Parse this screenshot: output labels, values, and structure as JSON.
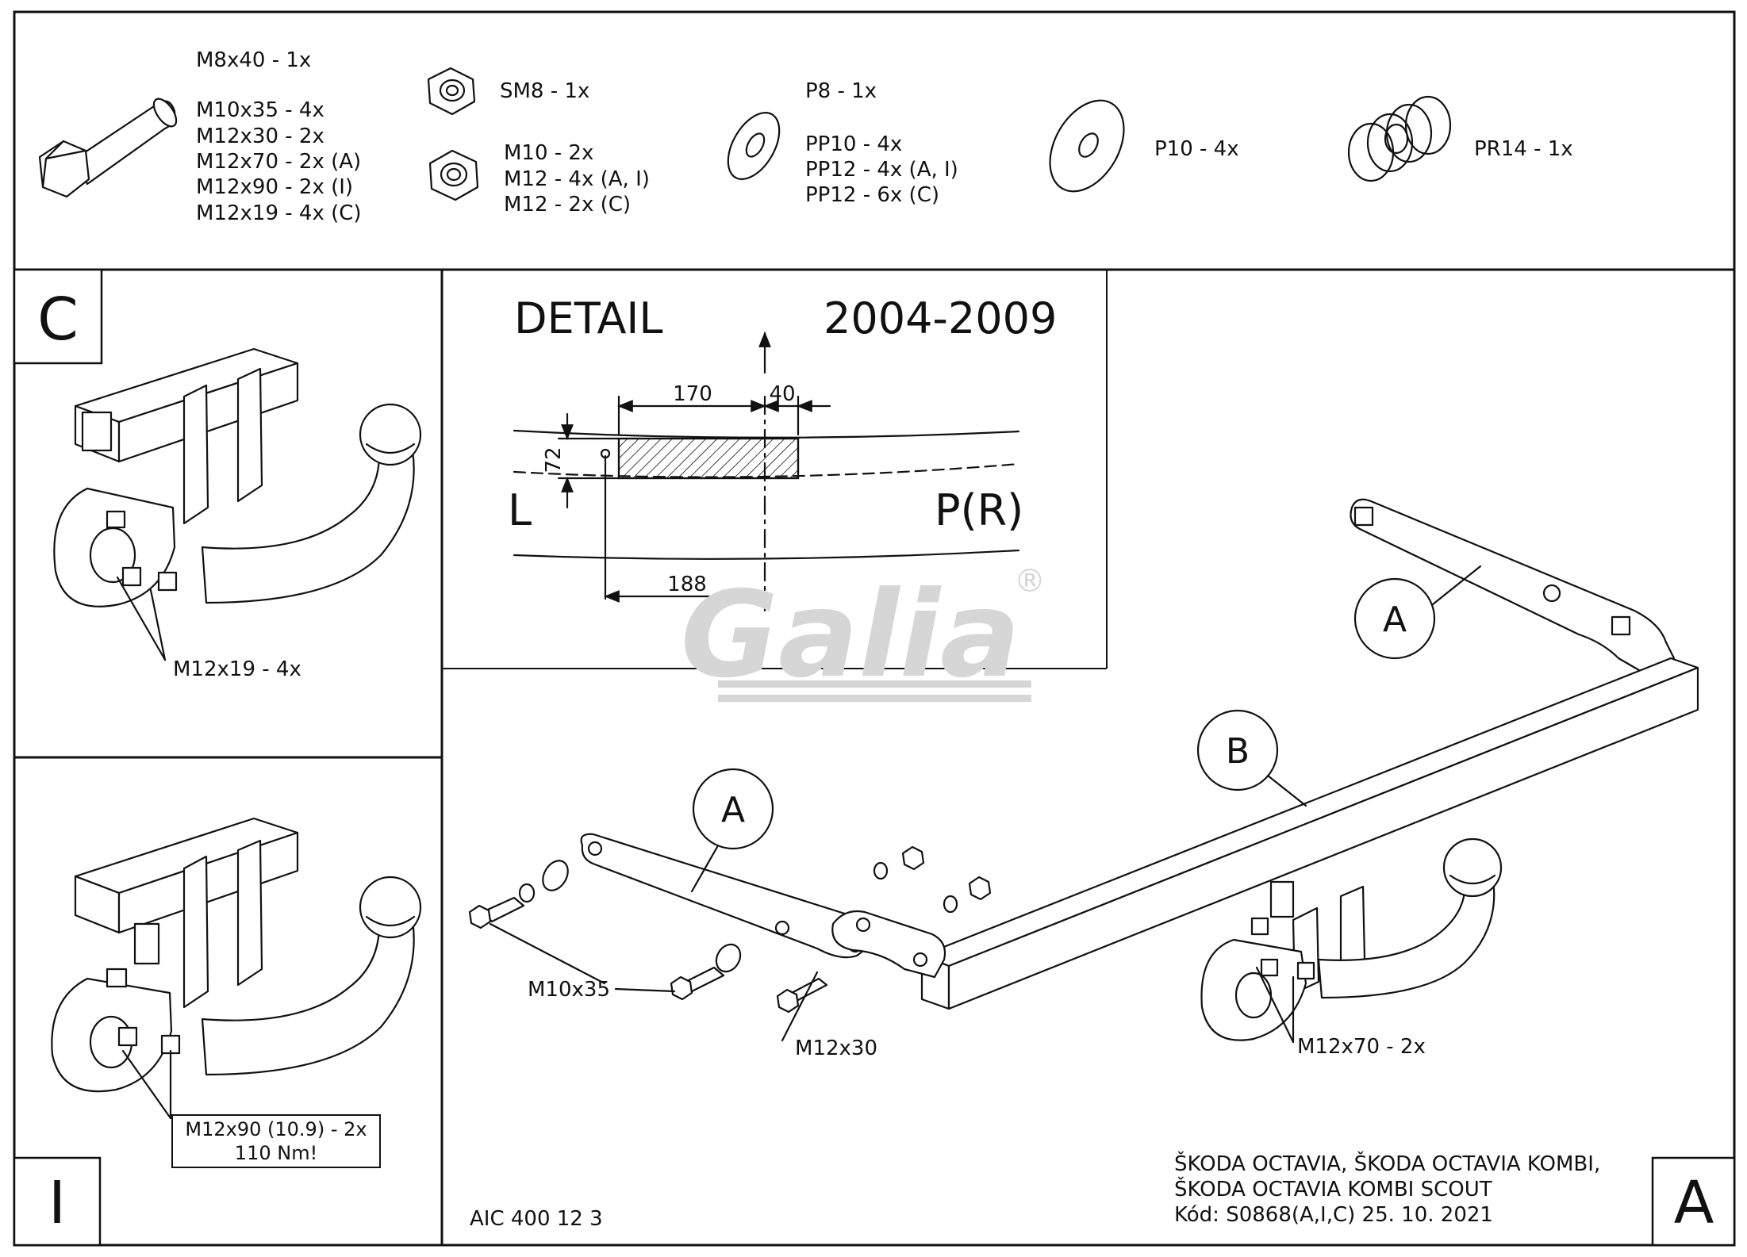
{
  "parts": {
    "bolts": [
      "M8x40 - 1x",
      "M10x35 - 4x",
      "M12x30 - 2x",
      "M12x70 - 2x (A)",
      "M12x90 - 2x (I)",
      "M12x19 - 4x (C)"
    ],
    "locknut": "SM8 - 1x",
    "nuts": [
      "M10 - 2x",
      "M12 - 4x (A, I)",
      "M12 - 2x (C)"
    ],
    "washer_p8": "P8 - 1x",
    "washers_pp": [
      "PP10 - 4x",
      "PP12 - 4x (A, I)",
      "PP12 - 6x (C)"
    ],
    "washer_p10": "P10 - 4x",
    "spring_washer": "PR14 - 1x"
  },
  "variant_c": {
    "letter": "C",
    "callout": "M12x19 - 4x"
  },
  "variant_i": {
    "letter": "I",
    "note_line1": "M12x90 (10.9) - 2x",
    "note_line2": "110 Nm!"
  },
  "detail": {
    "title": "DETAIL",
    "years": "2004-2009",
    "dim_170": "170",
    "dim_40": "40",
    "dim_72": "72",
    "dim_188": "188",
    "left_label": "L",
    "right_label": "P(R)"
  },
  "logo": {
    "text": "Galia",
    "mark": "®"
  },
  "main": {
    "label_a": "A",
    "label_b": "B",
    "callout_m10": "M10x35",
    "callout_m12x30": "M12x30",
    "callout_m12x70": "M12x70 - 2x"
  },
  "title_block": {
    "line1": "ŠKODA OCTAVIA, ŠKODA OCTAVIA KOMBI,",
    "line2": "ŠKODA OCTAVIA KOMBI SCOUT",
    "line3": "Kód: S0868(A,I,C)  25. 10. 2021",
    "part_no": "AIC 400 12 3",
    "letter": "A"
  }
}
